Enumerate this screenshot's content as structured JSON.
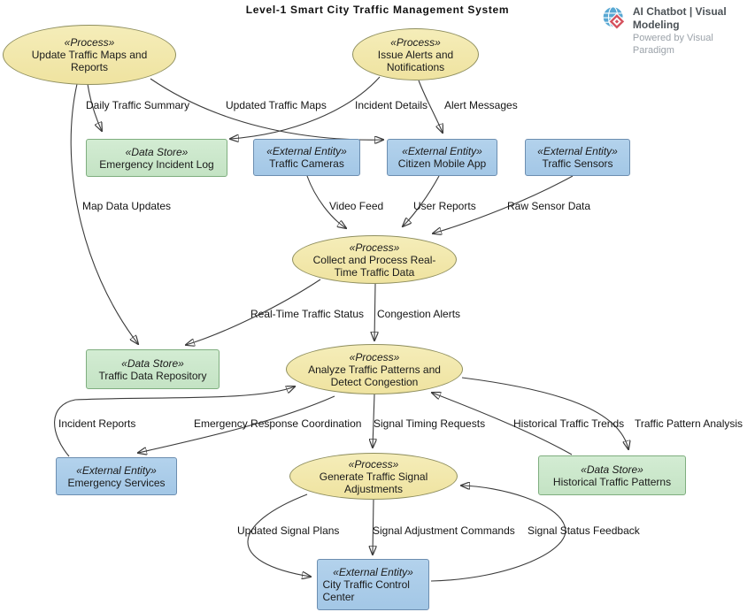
{
  "title": "Level-1 Smart City Traffic Management System",
  "branding": {
    "product": "AI Chatbot | Visual Modeling",
    "tagline": "Powered by Visual Paradigm",
    "logo_icon": "visual-paradigm-globe-diamond-icon"
  },
  "colors": {
    "process_fill": "#F1E6A4",
    "process_border": "#8F8F5F",
    "data_store_fill": "#C9E7C9",
    "data_store_border": "#7FAE7F",
    "external_entity_fill": "#A8CBE8",
    "external_entity_border": "#6C8EB0",
    "flow_line": "#3C3C3C"
  },
  "nodes": {
    "update_traffic_maps": {
      "type": "process",
      "stereotype": "«Process»",
      "name": "Update Traffic Maps and Reports"
    },
    "issue_alerts": {
      "type": "process",
      "stereotype": "«Process»",
      "name": "Issue Alerts and Notifications"
    },
    "emergency_incident_log": {
      "type": "data-store",
      "stereotype": "«Data Store»",
      "name": "Emergency Incident Log"
    },
    "traffic_cameras": {
      "type": "external-entity",
      "stereotype": "«External Entity»",
      "name": "Traffic Cameras"
    },
    "citizen_mobile_app": {
      "type": "external-entity",
      "stereotype": "«External Entity»",
      "name": "Citizen Mobile App"
    },
    "traffic_sensors": {
      "type": "external-entity",
      "stereotype": "«External Entity»",
      "name": "Traffic Sensors"
    },
    "collect_process_data": {
      "type": "process",
      "stereotype": "«Process»",
      "name": "Collect and Process Real-Time Traffic Data"
    },
    "traffic_data_repository": {
      "type": "data-store",
      "stereotype": "«Data Store»",
      "name": "Traffic Data Repository"
    },
    "analyze_patterns": {
      "type": "process",
      "stereotype": "«Process»",
      "name": "Analyze Traffic Patterns and Detect Congestion"
    },
    "emergency_services": {
      "type": "external-entity",
      "stereotype": "«External Entity»",
      "name": "Emergency Services"
    },
    "generate_signal_adjustments": {
      "type": "process",
      "stereotype": "«Process»",
      "name": "Generate Traffic Signal Adjustments"
    },
    "historical_traffic_patterns": {
      "type": "data-store",
      "stereotype": "«Data Store»",
      "name": "Historical Traffic Patterns"
    },
    "city_traffic_control_center": {
      "type": "external-entity",
      "stereotype": "«External Entity»",
      "name": "City Traffic Control Center"
    }
  },
  "flows": {
    "daily_traffic_summary": {
      "label": "Daily Traffic Summary",
      "from": "update_traffic_maps",
      "to": "emergency_incident_log"
    },
    "updated_traffic_maps": {
      "label": "Updated Traffic Maps",
      "from": "update_traffic_maps",
      "to": "citizen_mobile_app"
    },
    "incident_details": {
      "label": "Incident Details",
      "from": "issue_alerts",
      "to": "emergency_incident_log"
    },
    "alert_messages": {
      "label": "Alert Messages",
      "from": "issue_alerts",
      "to": "citizen_mobile_app"
    },
    "map_data_updates": {
      "label": "Map Data Updates",
      "from": "update_traffic_maps",
      "to": "traffic_data_repository"
    },
    "video_feed": {
      "label": "Video Feed",
      "from": "traffic_cameras",
      "to": "collect_process_data"
    },
    "user_reports": {
      "label": "User Reports",
      "from": "citizen_mobile_app",
      "to": "collect_process_data"
    },
    "raw_sensor_data": {
      "label": "Raw Sensor Data",
      "from": "traffic_sensors",
      "to": "collect_process_data"
    },
    "real_time_traffic_status": {
      "label": "Real-Time Traffic Status",
      "from": "collect_process_data",
      "to": "traffic_data_repository"
    },
    "congestion_alerts": {
      "label": "Congestion Alerts",
      "from": "collect_process_data",
      "to": "analyze_patterns"
    },
    "incident_reports": {
      "label": "Incident Reports",
      "from": "emergency_services",
      "to": "analyze_patterns"
    },
    "emergency_response_coordination": {
      "label": "Emergency Response Coordination",
      "from": "analyze_patterns",
      "to": "emergency_services"
    },
    "signal_timing_requests": {
      "label": "Signal Timing Requests",
      "from": "analyze_patterns",
      "to": "generate_signal_adjustments"
    },
    "historical_traffic_trends": {
      "label": "Historical Traffic Trends",
      "from": "historical_traffic_patterns",
      "to": "analyze_patterns"
    },
    "traffic_pattern_analysis": {
      "label": "Traffic Pattern Analysis",
      "from": "analyze_patterns",
      "to": "historical_traffic_patterns"
    },
    "updated_signal_plans": {
      "label": "Updated Signal Plans",
      "from": "generate_signal_adjustments",
      "to": "city_traffic_control_center"
    },
    "signal_adjustment_commands": {
      "label": "Signal Adjustment Commands",
      "from": "generate_signal_adjustments",
      "to": "city_traffic_control_center"
    },
    "signal_status_feedback": {
      "label": "Signal Status Feedback",
      "from": "city_traffic_control_center",
      "to": "generate_signal_adjustments"
    }
  }
}
